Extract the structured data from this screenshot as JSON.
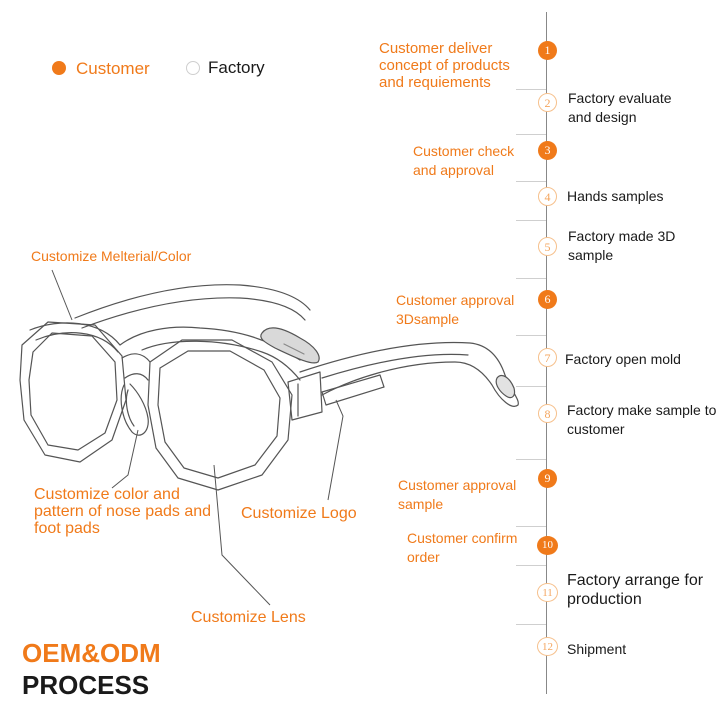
{
  "legend": {
    "customer": {
      "label": "Customer",
      "color": "#f07a1a"
    },
    "factory": {
      "label": "Factory"
    }
  },
  "callouts": {
    "material_color": "Customize Melterial/Color",
    "nose_pads": "Customize color and pattern of nose pads and foot pads",
    "logo": "Customize Logo",
    "lens": "Customize Lens"
  },
  "steps": [
    {
      "num": "1",
      "actor": "customer",
      "text": "Customer deliver concept of products and requiements"
    },
    {
      "num": "2",
      "actor": "factory",
      "text": "Factory evaluate and design"
    },
    {
      "num": "3",
      "actor": "customer",
      "text": "Customer check and approval"
    },
    {
      "num": "4",
      "actor": "factory",
      "text": "Hands samples"
    },
    {
      "num": "5",
      "actor": "factory",
      "text": "Factory made 3D sample"
    },
    {
      "num": "6",
      "actor": "customer",
      "text": "Customer approval 3Dsample"
    },
    {
      "num": "7",
      "actor": "factory",
      "text": "Factory open mold"
    },
    {
      "num": "8",
      "actor": "factory",
      "text": "Factory make sample to customer"
    },
    {
      "num": "9",
      "actor": "customer",
      "text": "Customer approval sample"
    },
    {
      "num": "10",
      "actor": "customer",
      "text": "Customer confirm order"
    },
    {
      "num": "11",
      "actor": "factory",
      "text": "Factory arrange for production"
    },
    {
      "num": "12",
      "actor": "factory",
      "text": "Shipment"
    }
  ],
  "title": {
    "line1": "OEM&ODM",
    "line2": "PROCESS"
  }
}
